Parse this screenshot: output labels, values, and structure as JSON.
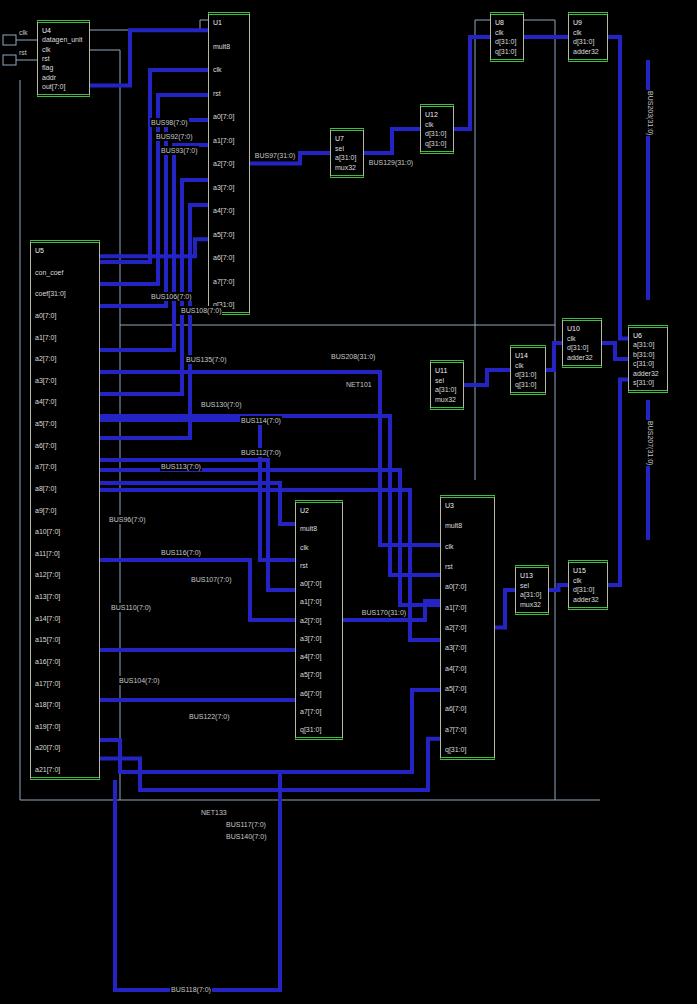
{
  "diagram": {
    "nodes": [
      {
        "text": [
          "U4",
          "datagen_unit",
          "clk",
          "rst",
          "flag",
          "addr",
          "out[7:0]"
        ]
      },
      {
        "text": [
          "U5",
          "con_coef",
          "coef[31:0]",
          "a0[7:0]",
          "a1[7:0]",
          "a2[7:0]",
          "a3[7:0]",
          "a4[7:0]",
          "a5[7:0]",
          "a6[7:0]",
          "a7[7:0]",
          "a8[7:0]",
          "a9[7:0]",
          "a10[7:0]",
          "a11[7:0]",
          "a12[7:0]",
          "a13[7:0]",
          "a14[7:0]",
          "a15[7:0]",
          "a16[7:0]",
          "a17[7:0]",
          "a18[7:0]",
          "a19[7:0]",
          "a20[7:0]",
          "a21[7:0]"
        ]
      },
      {
        "text": [
          "U1",
          "mult8",
          "clk",
          "rst",
          "a0[7:0]",
          "a1[7:0]",
          "a2[7:0]",
          "a3[7:0]",
          "a4[7:0]",
          "a5[7:0]",
          "a6[7:0]",
          "a7[7:0]",
          "q[31:0]"
        ]
      },
      {
        "text": [
          "U7",
          "sel",
          "a[31:0]",
          "mux32"
        ]
      },
      {
        "text": [
          "U12",
          "clk",
          "d[31:0]",
          "q[31:0]"
        ]
      },
      {
        "text": [
          "U8",
          "clk",
          "d[31:0]",
          "q[31:0]"
        ]
      },
      {
        "text": [
          "U9",
          "clk",
          "d[31:0]",
          "adder32"
        ]
      },
      {
        "text": [
          "U11",
          "sel",
          "a[31:0]",
          "mux32"
        ]
      },
      {
        "text": [
          "U14",
          "clk",
          "d[31:0]",
          "q[31:0]"
        ]
      },
      {
        "text": [
          "U10",
          "clk",
          "d[31:0]",
          "adder32"
        ]
      },
      {
        "text": [
          "U6",
          "a[31:0]",
          "b[31:0]",
          "c[31:0]",
          "adder32",
          "s[31:0]"
        ]
      },
      {
        "text": [
          "U2",
          "mult8",
          "clk",
          "rst",
          "a0[7:0]",
          "a1[7:0]",
          "a2[7:0]",
          "a3[7:0]",
          "a4[7:0]",
          "a5[7:0]",
          "a6[7:0]",
          "a7[7:0]",
          "q[31:0]"
        ]
      },
      {
        "text": [
          "U3",
          "mult8",
          "clk",
          "rst",
          "a0[7:0]",
          "a1[7:0]",
          "a2[7:0]",
          "a3[7:0]",
          "a4[7:0]",
          "a5[7:0]",
          "a6[7:0]",
          "a7[7:0]",
          "q[31:0]"
        ]
      },
      {
        "text": [
          "U13",
          "sel",
          "a[31:0]",
          "mux32"
        ]
      },
      {
        "text": [
          "U15",
          "clk",
          "d[31:0]",
          "adder32"
        ]
      }
    ],
    "edges": [
      {
        "from": 0,
        "to": 2,
        "arrow": "none"
      },
      {
        "from": 1,
        "to": 2,
        "arrow": "none"
      },
      {
        "from": 2,
        "to": 3,
        "label": "BUS97(31:0)",
        "arrow": "none"
      },
      {
        "from": 3,
        "to": 4,
        "label": "BUS129(31:0)",
        "arrow": "none"
      },
      {
        "from": 4,
        "to": 5,
        "arrow": "none"
      },
      {
        "from": 5,
        "to": 6,
        "arrow": "none"
      },
      {
        "from": 6,
        "to": 10,
        "arrow": "none"
      },
      {
        "from": 7,
        "to": 8,
        "arrow": "none"
      },
      {
        "from": 8,
        "to": 9,
        "arrow": "none"
      },
      {
        "from": 9,
        "to": 10,
        "arrow": "none"
      },
      {
        "from": 11,
        "to": 12,
        "label": "BUS170(31:0)",
        "arrow": "none"
      },
      {
        "from": 12,
        "to": 13,
        "arrow": "none"
      },
      {
        "from": 13,
        "to": 14,
        "arrow": "none"
      },
      {
        "from": 14,
        "to": 10,
        "arrow": "none"
      },
      {
        "from": 1,
        "to": 11,
        "arrow": "none"
      },
      {
        "from": 1,
        "to": 12,
        "arrow": "none"
      }
    ],
    "labels": [
      "clk",
      "rst",
      "BUS98(7:0)",
      "BUS92(7:0)",
      "BUS93(7:0)",
      "BUS106(7:0)",
      "BUS108(7:0)",
      "BUS135(7:0)",
      "BUS130(7:0)",
      "BUS114(7:0)",
      "BUS112(7:0)",
      "BUS113(7:0)",
      "BUS96(7:0)",
      "BUS116(7:0)",
      "BUS107(7:0)",
      "BUS110(7:0)",
      "BUS104(7:0)",
      "BUS122(7:0)",
      "NET133",
      "BUS117(7:0)",
      "BUS140(7:0)",
      "BUS118(7:0)",
      "BUS208(31:0)",
      "NET101",
      "BUS203(31:0)",
      "BUS207(31:0)"
    ]
  }
}
